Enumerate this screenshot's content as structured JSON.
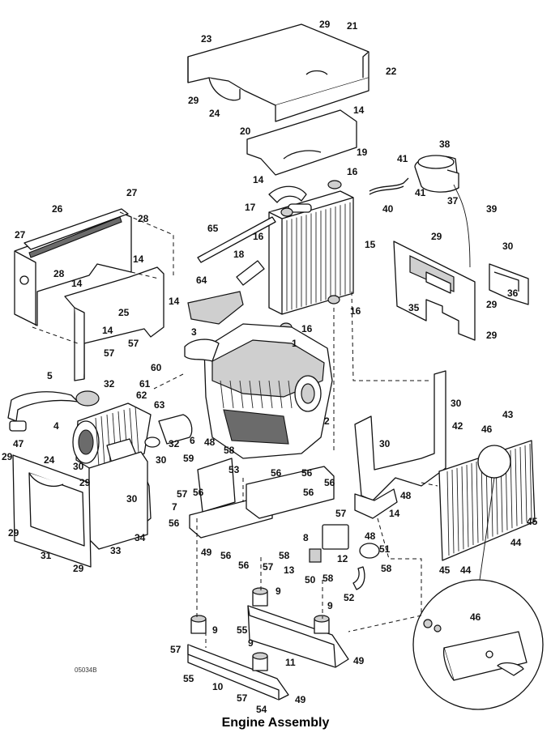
{
  "title": "Engine Assembly",
  "drawing_number": "05034B",
  "callouts": [
    {
      "id": "c29a",
      "label": "29"
    },
    {
      "id": "c21",
      "label": "21"
    },
    {
      "id": "c23",
      "label": "23"
    },
    {
      "id": "c22",
      "label": "22"
    },
    {
      "id": "c29b",
      "label": "29"
    },
    {
      "id": "c24a",
      "label": "24"
    },
    {
      "id": "c14a",
      "label": "14"
    },
    {
      "id": "c20",
      "label": "20"
    },
    {
      "id": "c19",
      "label": "19"
    },
    {
      "id": "c14b",
      "label": "14"
    },
    {
      "id": "c16a",
      "label": "16"
    },
    {
      "id": "c38",
      "label": "38"
    },
    {
      "id": "c41a",
      "label": "41"
    },
    {
      "id": "c41b",
      "label": "41"
    },
    {
      "id": "c37",
      "label": "37"
    },
    {
      "id": "c40",
      "label": "40"
    },
    {
      "id": "c39",
      "label": "39"
    },
    {
      "id": "c27a",
      "label": "27"
    },
    {
      "id": "c26",
      "label": "26"
    },
    {
      "id": "c28a",
      "label": "28"
    },
    {
      "id": "c17",
      "label": "17"
    },
    {
      "id": "c16b",
      "label": "16"
    },
    {
      "id": "c15",
      "label": "15"
    },
    {
      "id": "c27b",
      "label": "27"
    },
    {
      "id": "c65",
      "label": "65"
    },
    {
      "id": "c29c",
      "label": "29"
    },
    {
      "id": "c30a",
      "label": "30"
    },
    {
      "id": "c14c",
      "label": "14"
    },
    {
      "id": "c28b",
      "label": "28"
    },
    {
      "id": "c18",
      "label": "18"
    },
    {
      "id": "c14d",
      "label": "14"
    },
    {
      "id": "c14e",
      "label": "14"
    },
    {
      "id": "c64",
      "label": "64"
    },
    {
      "id": "c36",
      "label": "36"
    },
    {
      "id": "c25",
      "label": "25"
    },
    {
      "id": "c16c",
      "label": "16"
    },
    {
      "id": "c29d",
      "label": "29"
    },
    {
      "id": "c35",
      "label": "35"
    },
    {
      "id": "c14f",
      "label": "14"
    },
    {
      "id": "c16d",
      "label": "16"
    },
    {
      "id": "c29e",
      "label": "29"
    },
    {
      "id": "c3",
      "label": "3"
    },
    {
      "id": "c57a",
      "label": "57"
    },
    {
      "id": "c1",
      "label": "1"
    },
    {
      "id": "c57b",
      "label": "57"
    },
    {
      "id": "c60",
      "label": "60"
    },
    {
      "id": "c5",
      "label": "5"
    },
    {
      "id": "c32a",
      "label": "32"
    },
    {
      "id": "c61",
      "label": "61"
    },
    {
      "id": "c62",
      "label": "62"
    },
    {
      "id": "c63",
      "label": "63"
    },
    {
      "id": "c30b",
      "label": "30"
    },
    {
      "id": "c2",
      "label": "2"
    },
    {
      "id": "c42",
      "label": "42"
    },
    {
      "id": "c43",
      "label": "43"
    },
    {
      "id": "c46a",
      "label": "46"
    },
    {
      "id": "c4",
      "label": "4"
    },
    {
      "id": "c47",
      "label": "47"
    },
    {
      "id": "c32b",
      "label": "32"
    },
    {
      "id": "c6",
      "label": "6"
    },
    {
      "id": "c30c",
      "label": "30"
    },
    {
      "id": "c48a",
      "label": "48"
    },
    {
      "id": "c58a",
      "label": "58"
    },
    {
      "id": "c29f",
      "label": "29"
    },
    {
      "id": "c24b",
      "label": "24"
    },
    {
      "id": "c30d",
      "label": "30"
    },
    {
      "id": "c30e",
      "label": "30"
    },
    {
      "id": "c59",
      "label": "59"
    },
    {
      "id": "c53",
      "label": "53"
    },
    {
      "id": "c56a",
      "label": "56"
    },
    {
      "id": "c56b",
      "label": "56"
    },
    {
      "id": "c29g",
      "label": "29"
    },
    {
      "id": "c56c",
      "label": "56"
    },
    {
      "id": "c56d",
      "label": "56"
    },
    {
      "id": "c48b",
      "label": "48"
    },
    {
      "id": "c57c",
      "label": "57"
    },
    {
      "id": "c56e",
      "label": "56"
    },
    {
      "id": "c57d",
      "label": "57"
    },
    {
      "id": "c14g",
      "label": "14"
    },
    {
      "id": "c7",
      "label": "7"
    },
    {
      "id": "c30f",
      "label": "30"
    },
    {
      "id": "c34",
      "label": "34"
    },
    {
      "id": "c29h",
      "label": "29"
    },
    {
      "id": "c33",
      "label": "33"
    },
    {
      "id": "c56f",
      "label": "56"
    },
    {
      "id": "c8",
      "label": "8"
    },
    {
      "id": "c48c",
      "label": "48"
    },
    {
      "id": "c45a",
      "label": "45"
    },
    {
      "id": "c44a",
      "label": "44"
    },
    {
      "id": "c51",
      "label": "51"
    },
    {
      "id": "c31",
      "label": "31"
    },
    {
      "id": "c49a",
      "label": "49"
    },
    {
      "id": "c56g",
      "label": "56"
    },
    {
      "id": "c56h",
      "label": "56"
    },
    {
      "id": "c57e",
      "label": "57"
    },
    {
      "id": "c58b",
      "label": "58"
    },
    {
      "id": "c12",
      "label": "12"
    },
    {
      "id": "c29i",
      "label": "29"
    },
    {
      "id": "c13",
      "label": "13"
    },
    {
      "id": "c50",
      "label": "50"
    },
    {
      "id": "c58c",
      "label": "58"
    },
    {
      "id": "c58d",
      "label": "58"
    },
    {
      "id": "c45b",
      "label": "45"
    },
    {
      "id": "c44b",
      "label": "44"
    },
    {
      "id": "c9a",
      "label": "9"
    },
    {
      "id": "c52",
      "label": "52"
    },
    {
      "id": "c9b",
      "label": "9"
    },
    {
      "id": "c46b",
      "label": "46"
    },
    {
      "id": "c9c",
      "label": "9"
    },
    {
      "id": "c55a",
      "label": "55"
    },
    {
      "id": "c9d",
      "label": "9"
    },
    {
      "id": "c57f",
      "label": "57"
    },
    {
      "id": "c11",
      "label": "11"
    },
    {
      "id": "c49b",
      "label": "49"
    },
    {
      "id": "c55b",
      "label": "55"
    },
    {
      "id": "c10",
      "label": "10"
    },
    {
      "id": "c57g",
      "label": "57"
    },
    {
      "id": "c49c",
      "label": "49"
    },
    {
      "id": "c54",
      "label": "54"
    }
  ]
}
